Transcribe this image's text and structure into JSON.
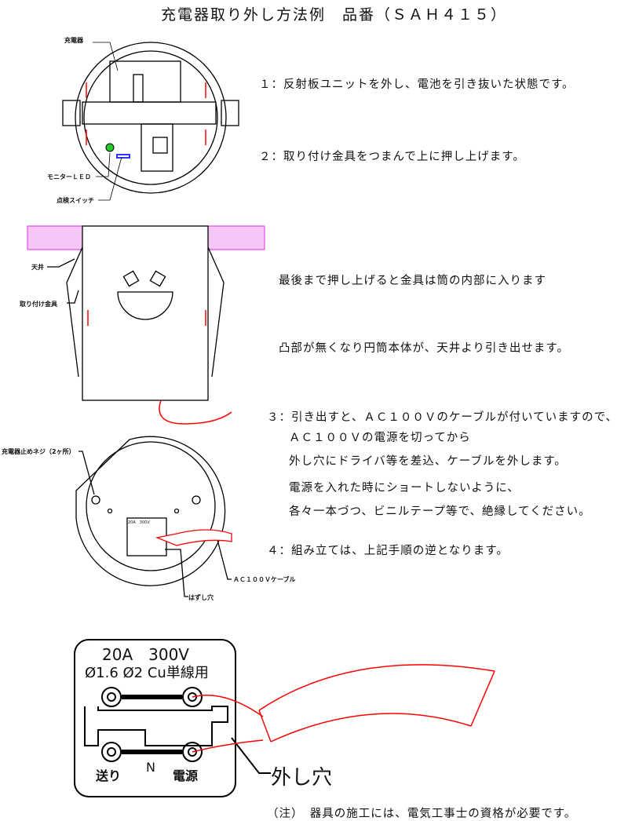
{
  "title": "充電器取り外し方法例　品番（ＳＡＨ４１５）",
  "steps": {
    "s1": "１：反射板ユニットを外し、電池を引き抜いた状態です。",
    "s2": "２：取り付け金具をつまんで上に押し上げます。",
    "s2b": "最後まで押し上げると金具は筒の内部に入ります",
    "s2c": "凸部が無くなり円筒本体が、天井より引き出せます。",
    "s3a": "３：引き出すと、ＡＣ１００Ｖのケーブルが付いていますので、",
    "s3b": "ＡＣ１００Ｖの電源を切ってから",
    "s3c": "外し穴にドライバ等を差込、ケーブルを外します。",
    "s3d": "電源を入れた時にショートしないように、",
    "s3e": "各々一本づつ、ビニルテープ等で、絶縁してください。",
    "s4": "４：組み立ては、上記手順の逆となります。"
  },
  "labels": {
    "charger": "充電器",
    "monitor_led": "モニターＬＥＤ",
    "check_switch": "点検スイッチ",
    "ceiling": "天井",
    "bracket": "取り付け金具",
    "screws": "充電器止めネジ（2ヶ所）",
    "cable": "ＡＣ１００Ｖケーブル",
    "release_hole": "はずし穴"
  },
  "terminal": {
    "rating": "20A　300V",
    "wire": "Ø1.6 Ø2 Cu単線用",
    "send": "送り",
    "n": "N",
    "power": "電源",
    "release_hole": "外し穴"
  },
  "note": "（注）　器具の施工には、電気工事士の資格が必要です。",
  "colors": {
    "arrow": "#ff0000",
    "led": "#22cc22",
    "switch": "#3333ff",
    "ceiling": "#ee33ee"
  }
}
